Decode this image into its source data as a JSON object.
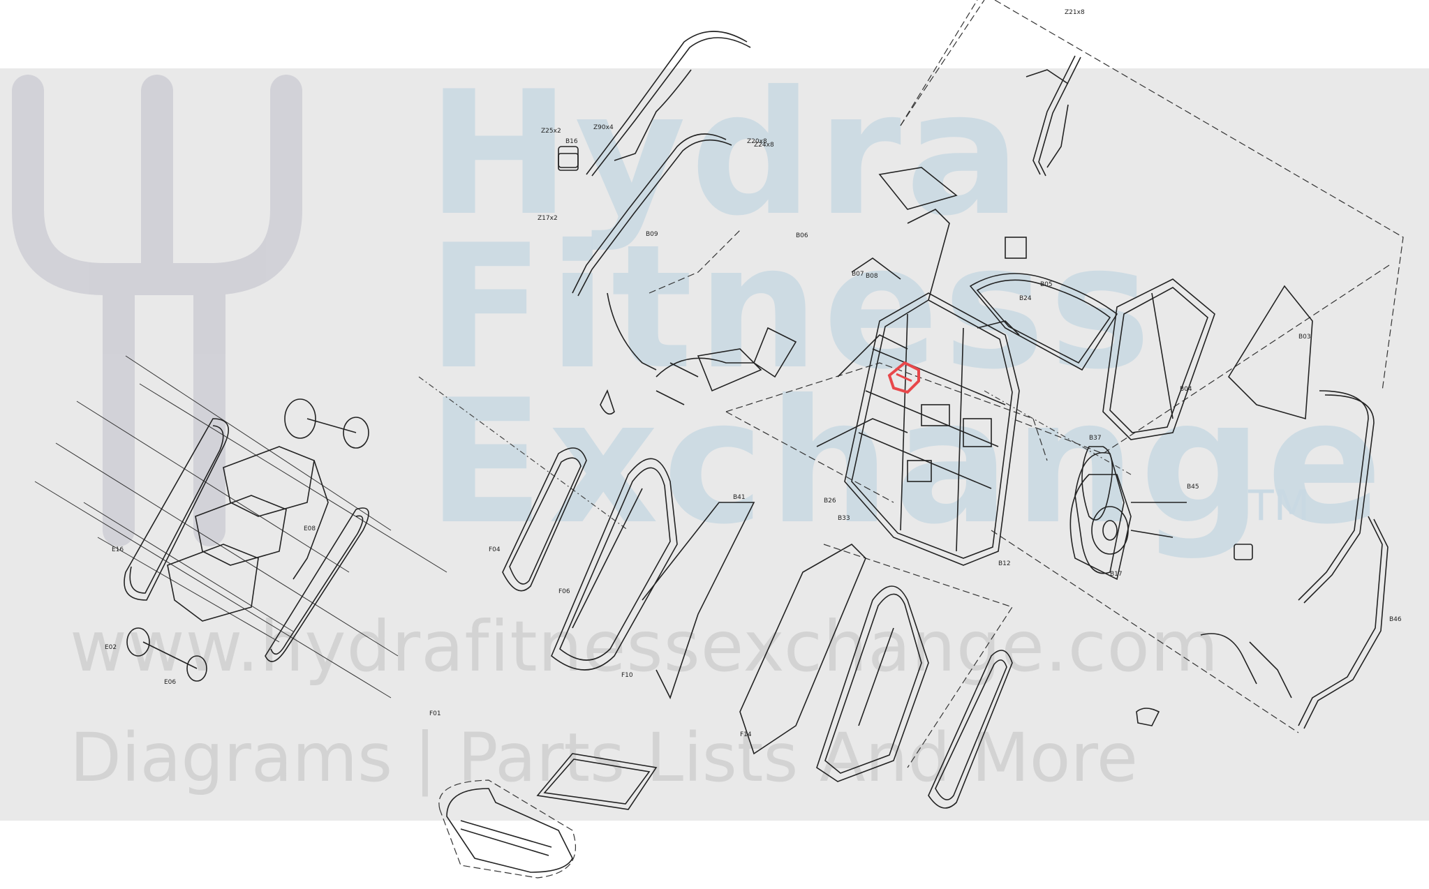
{
  "watermark": {
    "line1": "Hydra",
    "line2": "Fitness",
    "line3": "Exchange",
    "trademark": "TM",
    "url": "www.hydrafitnessexchange.com",
    "tagline": "Diagrams | Parts Lists And More"
  },
  "highlight_color": "#e8474a",
  "part_labels": [
    "Z25x2",
    "B16",
    "Z90x4",
    "Z20x8",
    "B09",
    "Z24x8",
    "Z21x8",
    "Z17x2",
    "B46",
    "B08",
    "B07",
    "B06",
    "B05",
    "B04",
    "B03",
    "B12",
    "B17",
    "B24",
    "B26",
    "B33",
    "B37",
    "B41",
    "B45",
    "E02",
    "E06",
    "E08",
    "E16",
    "F01",
    "F04",
    "F06",
    "F10",
    "F14"
  ]
}
